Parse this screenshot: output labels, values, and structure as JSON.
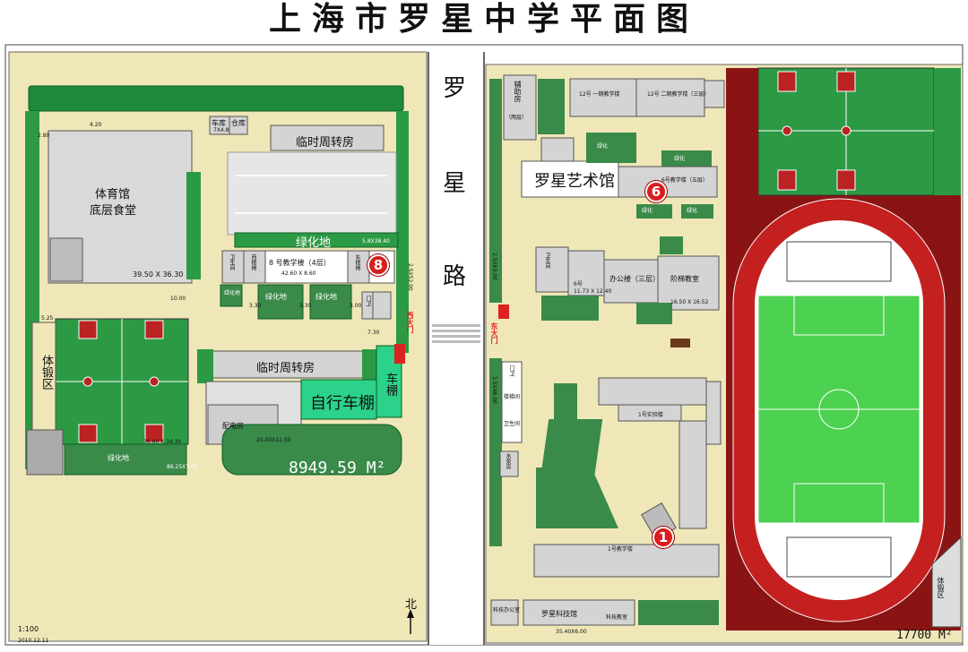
{
  "title": "上海市罗星中学平面图",
  "scale": "1:100",
  "date": "2010.12.11",
  "north": "北",
  "road": {
    "c1": "罗",
    "c2": "星",
    "c3": "路"
  },
  "west": {
    "gym": {
      "line1": "体育馆",
      "line2": "底层食堂",
      "dim": "39.50 X 36.30"
    },
    "garage": "车库",
    "garage_dim": "7X4.8",
    "warehouse": "仓库",
    "temp_housing_1": "临时周转房",
    "temp_housing_2": "临时周转房",
    "green_strip": "绿化地",
    "green_strip_dim": "5.8X38.40",
    "building8": {
      "name": "8 号教学楼（4层）",
      "dim": "42.60 X 8.60",
      "toilet": "卫生间",
      "west_stair": "西楼梯",
      "east_stair": "东楼梯"
    },
    "green_a": "绿化地",
    "green_b": "绿化地",
    "green_c": "绿化地",
    "guard": "门卫",
    "bike_shed": "自行车棚",
    "car_shed": "车棚",
    "power_room": "配电房",
    "power_dim": "20.00X11.50",
    "area": "8949.59 M²",
    "pe_area": "体锻区",
    "court_dim": "36.60 X 34.30",
    "green_bottom": "绿化地",
    "green_bottom_dim": "86.25X7.00",
    "dims": {
      "d1": "4.20",
      "d2": "2.80",
      "d3": "10.00",
      "d4": "5.25",
      "d5": "7.30",
      "d6": "2.5X52.00",
      "d7": "3.30",
      "d8": "3.30",
      "d9": "3.00"
    },
    "west_gate": "西大门"
  },
  "east": {
    "aux_house": "辅助房",
    "aux_floors": "（两层）",
    "b12_left": "12号 一期教学楼",
    "b12_right": "12号 二期教学楼（三层）",
    "museum": "罗星艺术馆",
    "building6": "6号教学楼（五层）",
    "green_a": "绿化",
    "green_b": "绿化",
    "green_c": "绿化",
    "green_d": "绿化",
    "toilet": "卫生间",
    "office": "办公楼（三层）",
    "office_no": "6号",
    "office_dim": "11.73 X 12.40",
    "lecture": "阶梯教室",
    "lecture_dim": "16.50 X 16.52",
    "east_gate": "东大门",
    "guard": "门卫",
    "stair_room": "楼梯间",
    "toilet2": "卫生间",
    "dim_left": "2.5X46.00",
    "dim_left2": "2.5X63.00",
    "lab": "1号实验楼",
    "building1": "1号教学楼",
    "water_room": "水泵房",
    "tech_hall": "罗星科技馆",
    "tech_class": "科技教室",
    "tech_office": "科技办公室",
    "tech_dim": "35.40X6.00",
    "area": "17700 M²",
    "pe_area": "体锻区"
  },
  "markers": {
    "m1": "1",
    "m6": "6",
    "m8": "8"
  }
}
